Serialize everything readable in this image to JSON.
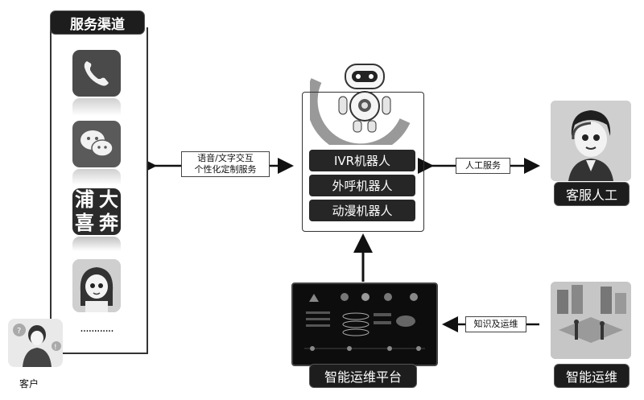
{
  "channels": {
    "title": "服务渠道",
    "dots": "............",
    "icons": [
      "phone-icon",
      "wechat-icon",
      "app-icon",
      "avatar-icon"
    ],
    "app_glyphs": [
      "浦",
      "大",
      "喜",
      "奔"
    ]
  },
  "customer": {
    "label": "客户"
  },
  "links": {
    "voice_text": [
      "语音/文字交互",
      "个性化定制服务"
    ],
    "human_service": "人工服务",
    "knowledge_ops": "知识及运维"
  },
  "robots": {
    "buttons": [
      "IVR机器人",
      "外呼机器人",
      "动漫机器人"
    ]
  },
  "agent": {
    "label": "客服人工"
  },
  "platform": {
    "label": "智能运维平台"
  },
  "intelligent_ops": {
    "label": "智能运维"
  }
}
